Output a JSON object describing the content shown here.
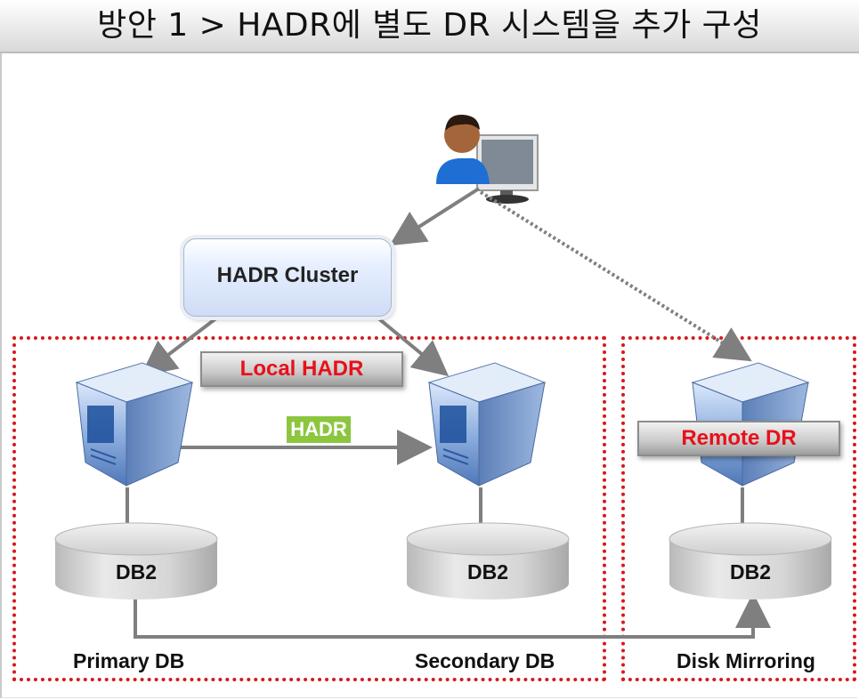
{
  "title": "방안 1 >  HADR에 별도 DR 시스템을 추가 구성",
  "nodes": {
    "user_icon": "user-at-computer-icon",
    "cluster": "HADR Cluster",
    "local_label": "Local HADR",
    "remote_label": "Remote DR",
    "link_label": "HADR",
    "db_primary": "DB2",
    "db_secondary": "DB2",
    "db_remote": "DB2"
  },
  "captions": {
    "primary": "Primary DB",
    "secondary": "Secondary DB",
    "mirroring": "Disk Mirroring"
  },
  "colors": {
    "zone_border": "#d4191c",
    "label_red": "#e8101a",
    "hadr_badge": "#8cc63f",
    "arrow": "#7f7f7f"
  }
}
